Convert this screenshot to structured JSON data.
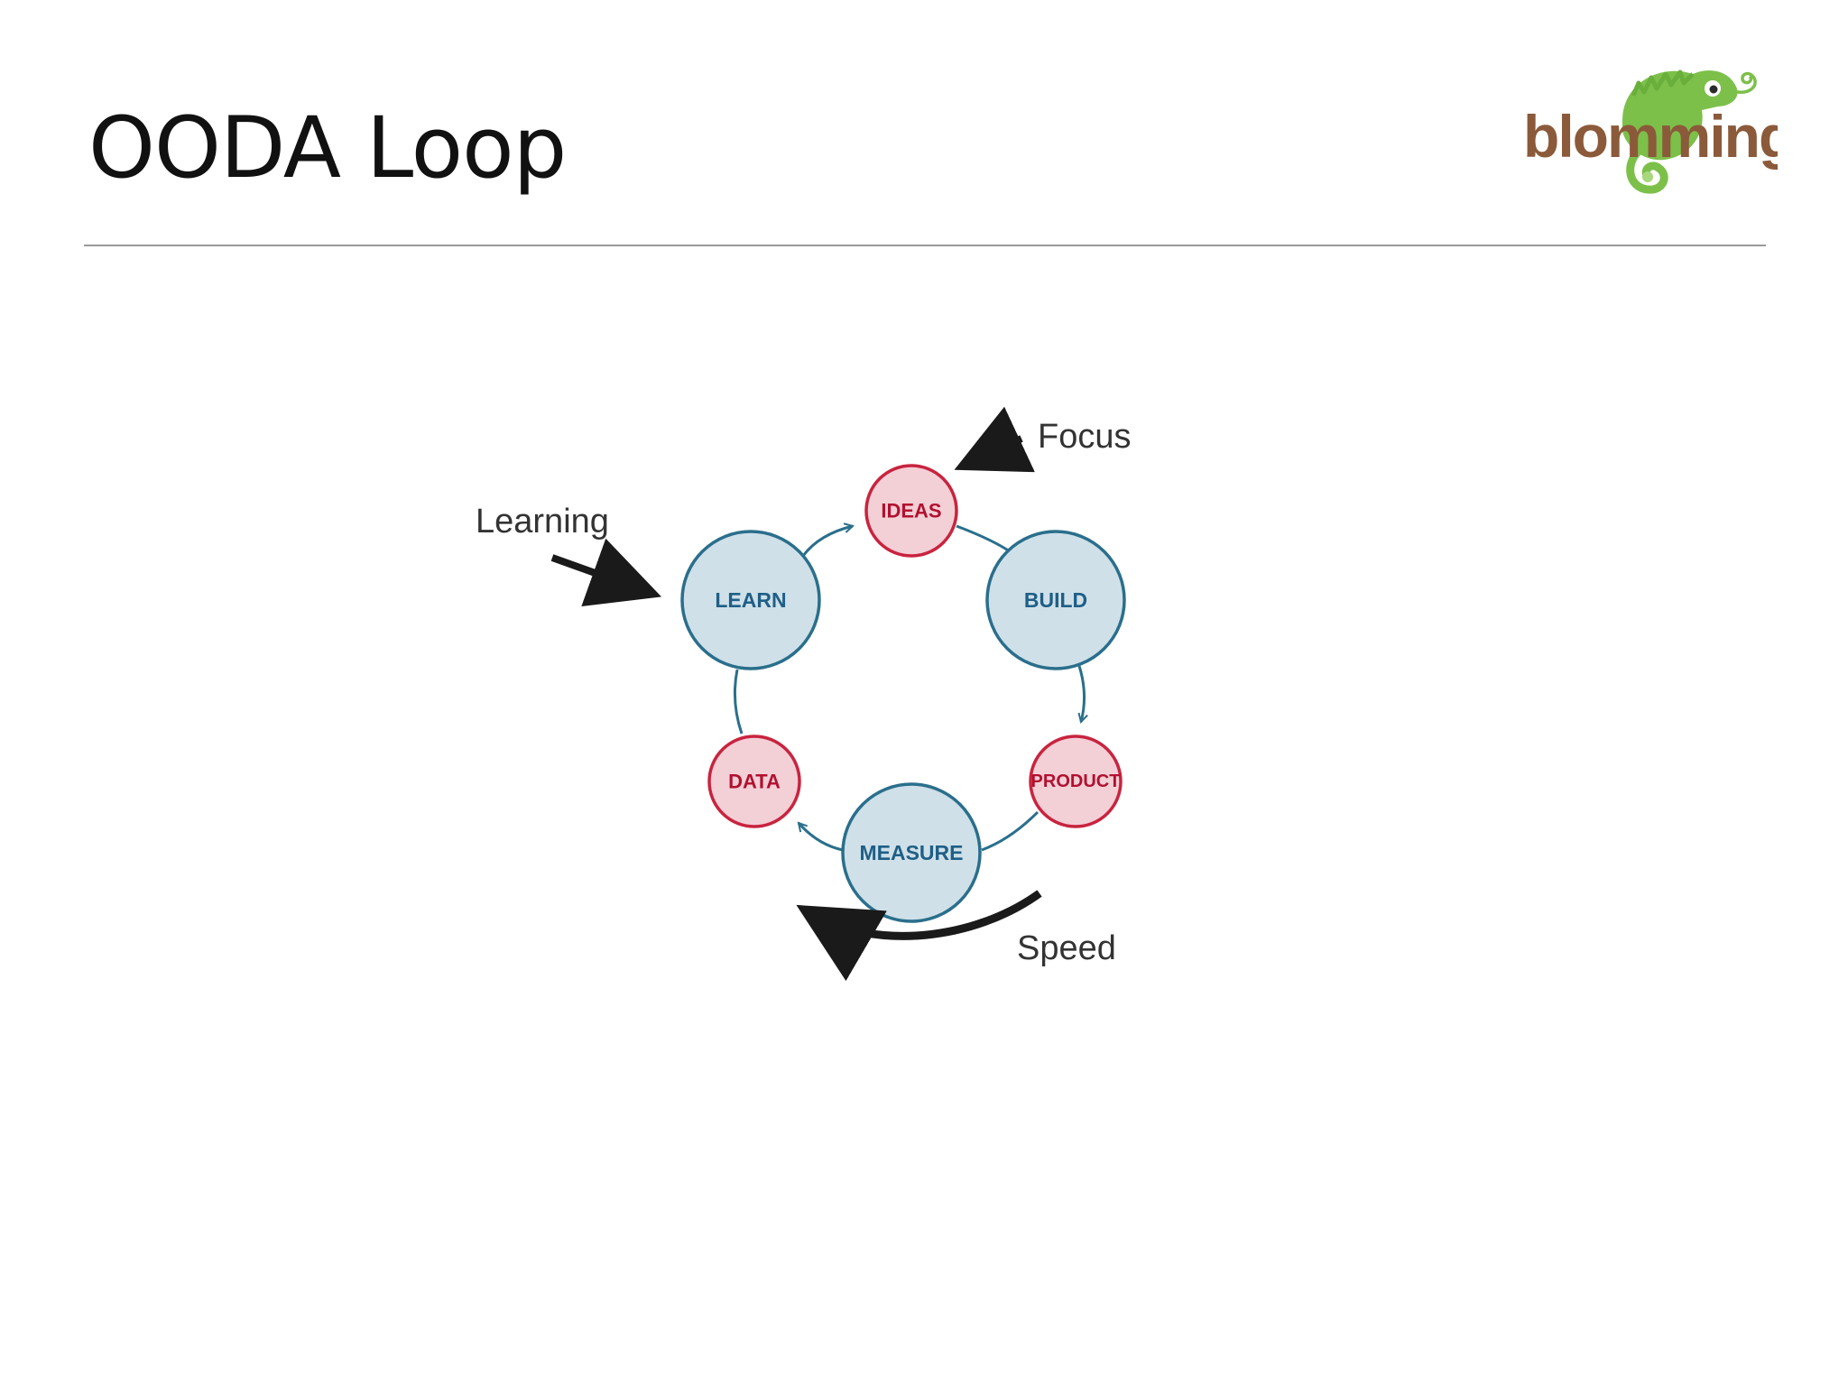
{
  "slide": {
    "title": "OODA Loop"
  },
  "logo": {
    "text": "blomming",
    "brand_color": "#8b5a3a",
    "mascot_color": "#7cc04a"
  },
  "diagram": {
    "nodes": [
      {
        "id": "ideas",
        "label": "IDEAS",
        "kind": "artifact"
      },
      {
        "id": "build",
        "label": "BUILD",
        "kind": "activity"
      },
      {
        "id": "product",
        "label": "PRODUCT",
        "kind": "artifact"
      },
      {
        "id": "measure",
        "label": "MEASURE",
        "kind": "activity"
      },
      {
        "id": "data",
        "label": "DATA",
        "kind": "artifact"
      },
      {
        "id": "learn",
        "label": "LEARN",
        "kind": "activity"
      }
    ],
    "callouts": {
      "focus": "Focus",
      "learning": "Learning",
      "speed": "Speed"
    },
    "colors": {
      "activity_fill": "#cfe0e9",
      "activity_stroke": "#2a6f8c",
      "activity_text": "#1f5f86",
      "artifact_fill": "#f3cfd6",
      "artifact_stroke": "#c8243f",
      "artifact_text": "#b2102f",
      "connector": "#2a6f8c",
      "callout_arrow": "#1a1a1a"
    }
  }
}
